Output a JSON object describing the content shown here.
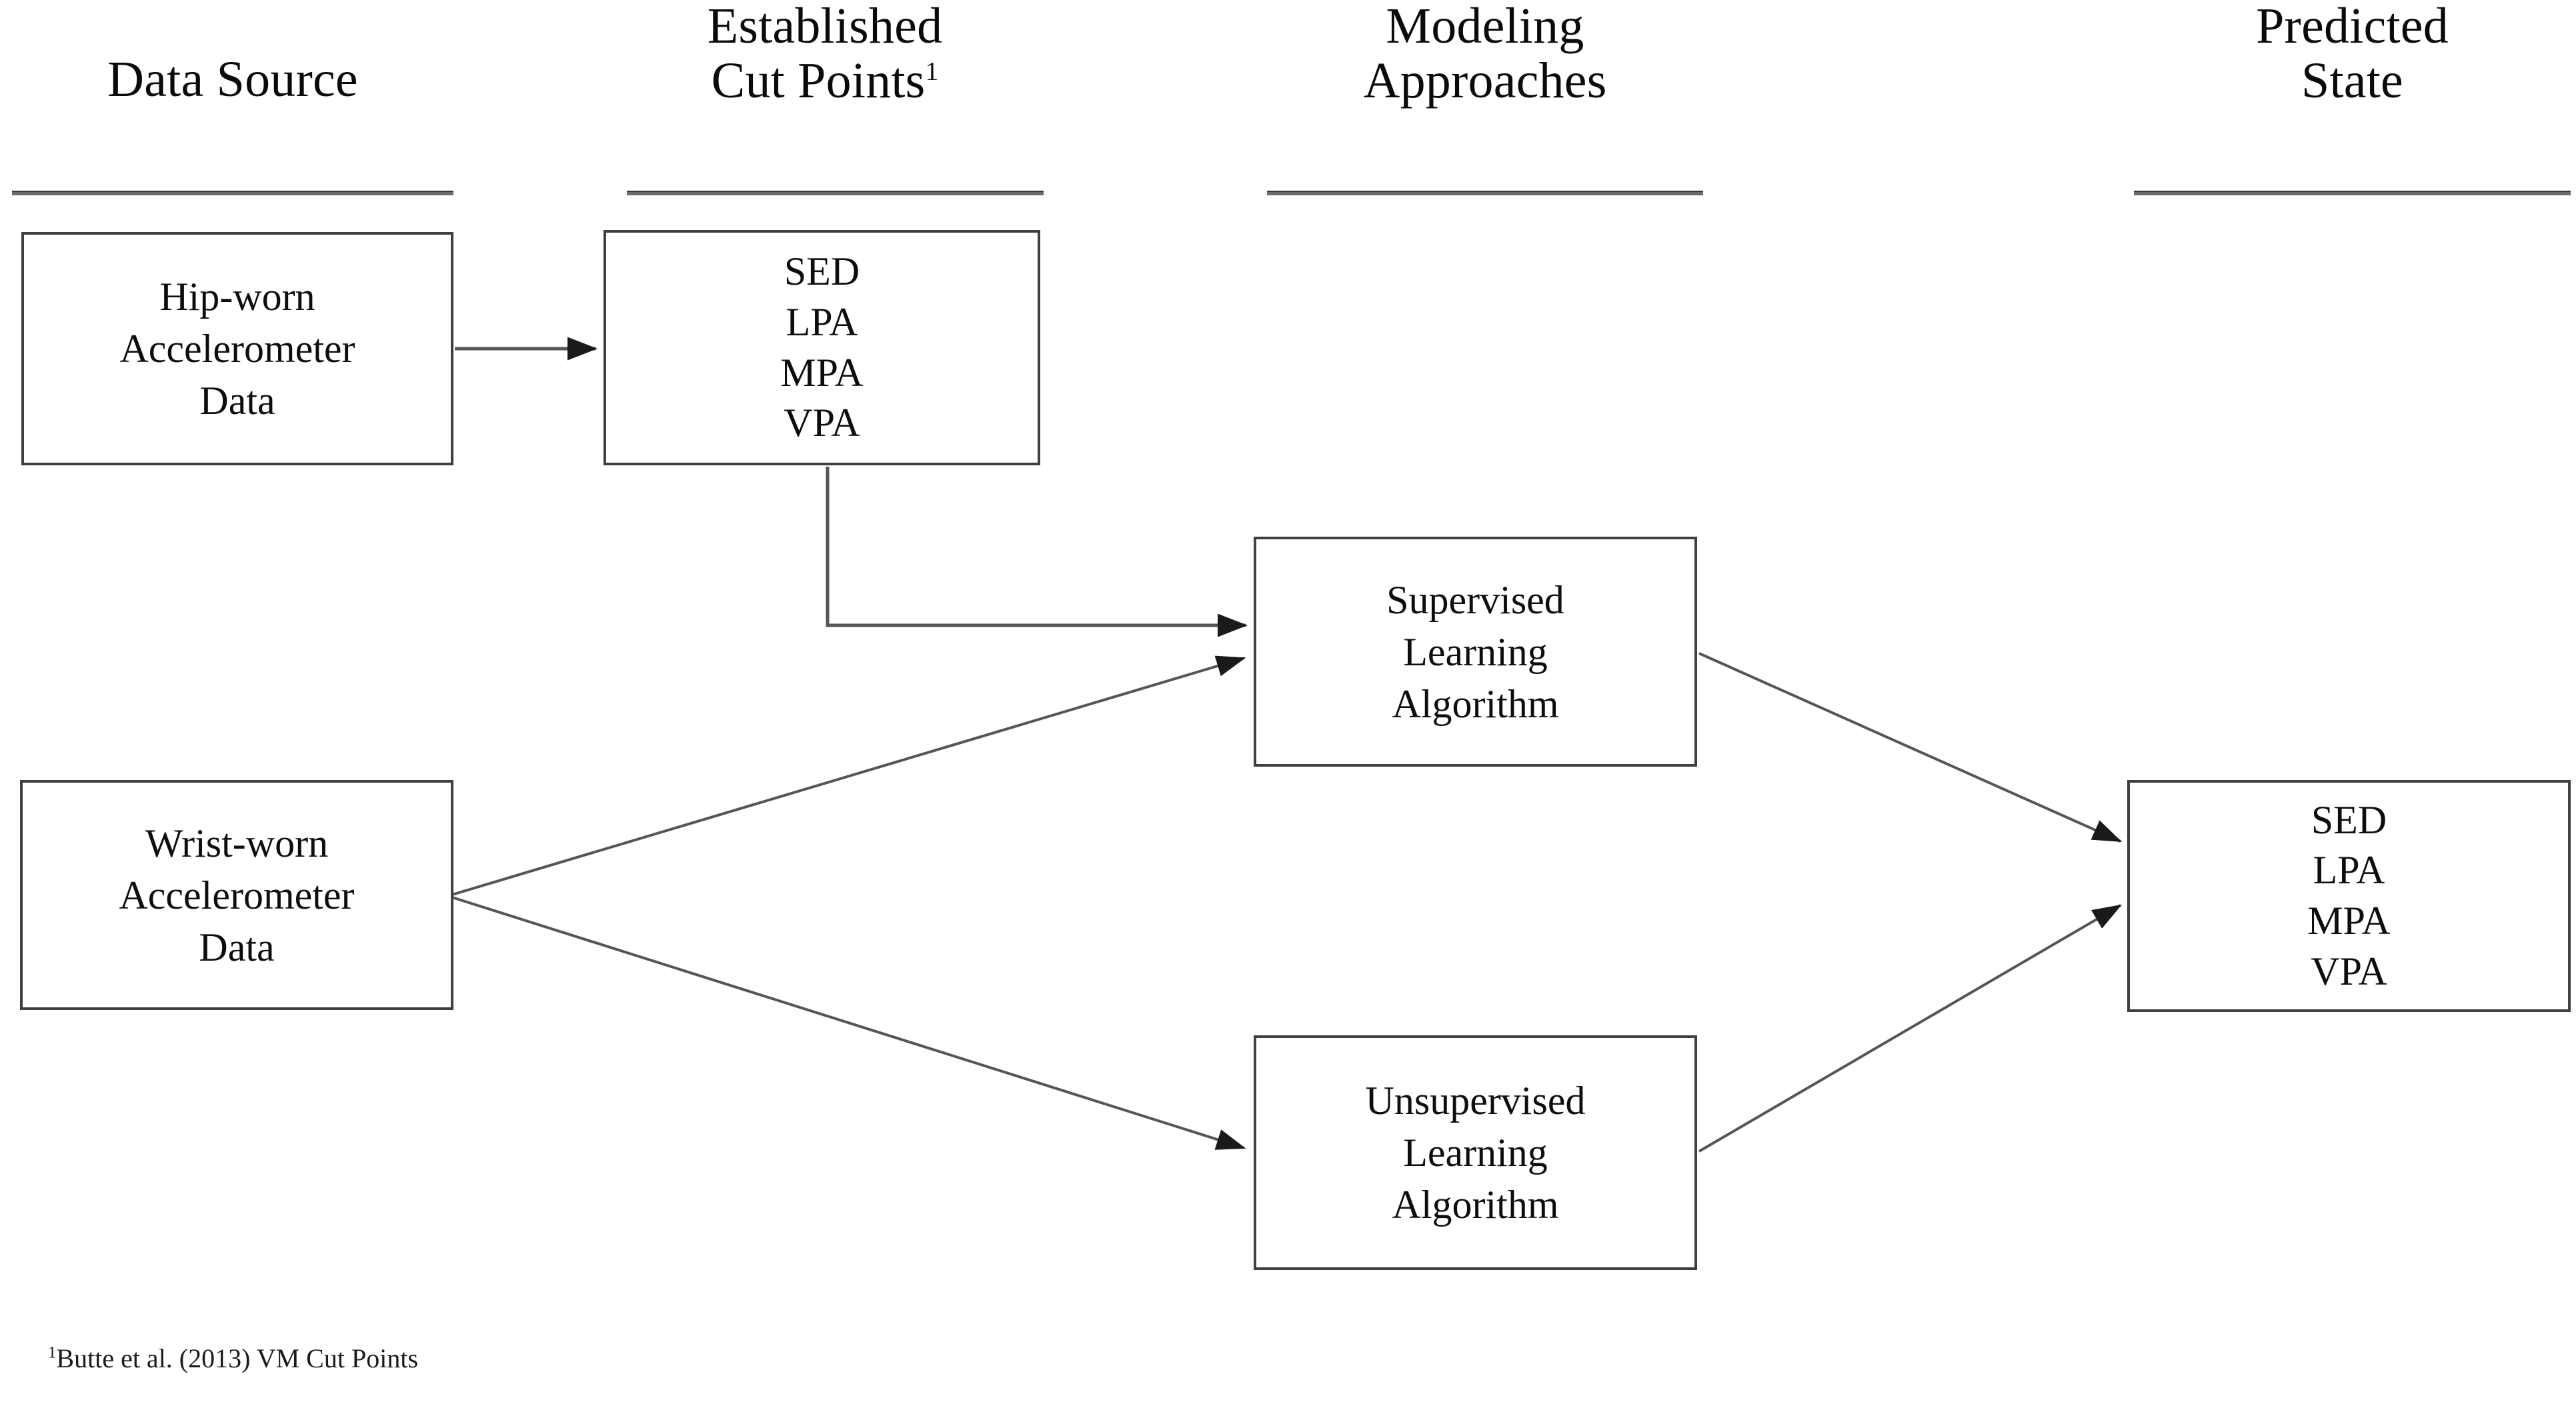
{
  "figure": {
    "type": "flow-diagram",
    "background": "#ffffff",
    "stroke_color": "#3f3f3f",
    "text_color": "#0d0d0d"
  },
  "columns": [
    {
      "id": "data-source",
      "label": "Data Source",
      "footnote_marker": ""
    },
    {
      "id": "established-cut-points",
      "label": "Established\nCut Points",
      "footnote_marker": "1"
    },
    {
      "id": "modeling-approaches",
      "label": "Modeling\nApproaches",
      "footnote_marker": ""
    },
    {
      "id": "predicted-state",
      "label": "Predicted\nState",
      "footnote_marker": ""
    }
  ],
  "nodes": {
    "hip_data": {
      "id": "hip-worn-accelerometer-data",
      "lines": [
        "Hip-worn",
        "Accelerometer",
        "Data"
      ]
    },
    "cut_points": {
      "id": "established-cut-points-values",
      "lines": [
        "SED",
        "LPA",
        "MPA",
        "VPA"
      ]
    },
    "wrist_data": {
      "id": "wrist-worn-accelerometer-data",
      "lines": [
        "Wrist-worn",
        "Accelerometer",
        "Data"
      ]
    },
    "supervised": {
      "id": "supervised-learning-algorithm",
      "lines": [
        "Supervised",
        "Learning",
        "Algorithm"
      ]
    },
    "unsupervised": {
      "id": "unsupervised-learning-algorithm",
      "lines": [
        "Unsupervised",
        "Learning",
        "Algorithm"
      ]
    },
    "predicted_state": {
      "id": "predicted-state-values",
      "lines": [
        "SED",
        "LPA",
        "MPA",
        "VPA"
      ]
    }
  },
  "edges": [
    {
      "id": "hip-to-cutpoints",
      "from": "hip_data",
      "to": "cut_points",
      "style": "straight-arrow"
    },
    {
      "id": "cutpoints-to-supervised",
      "from": "cut_points",
      "to": "supervised",
      "style": "elbow-arrow"
    },
    {
      "id": "wrist-to-supervised",
      "from": "wrist_data",
      "to": "supervised",
      "style": "diagonal-arrow"
    },
    {
      "id": "wrist-to-unsupervised",
      "from": "wrist_data",
      "to": "unsupervised",
      "style": "diagonal-arrow"
    },
    {
      "id": "supervised-to-predicted",
      "from": "supervised",
      "to": "predicted_state",
      "style": "diagonal-arrow"
    },
    {
      "id": "unsupervised-to-predicted",
      "from": "unsupervised",
      "to": "predicted_state",
      "style": "diagonal-arrow"
    }
  ],
  "footnote": {
    "marker": "1",
    "text": "Butte et al. (2013) VM Cut Points"
  }
}
